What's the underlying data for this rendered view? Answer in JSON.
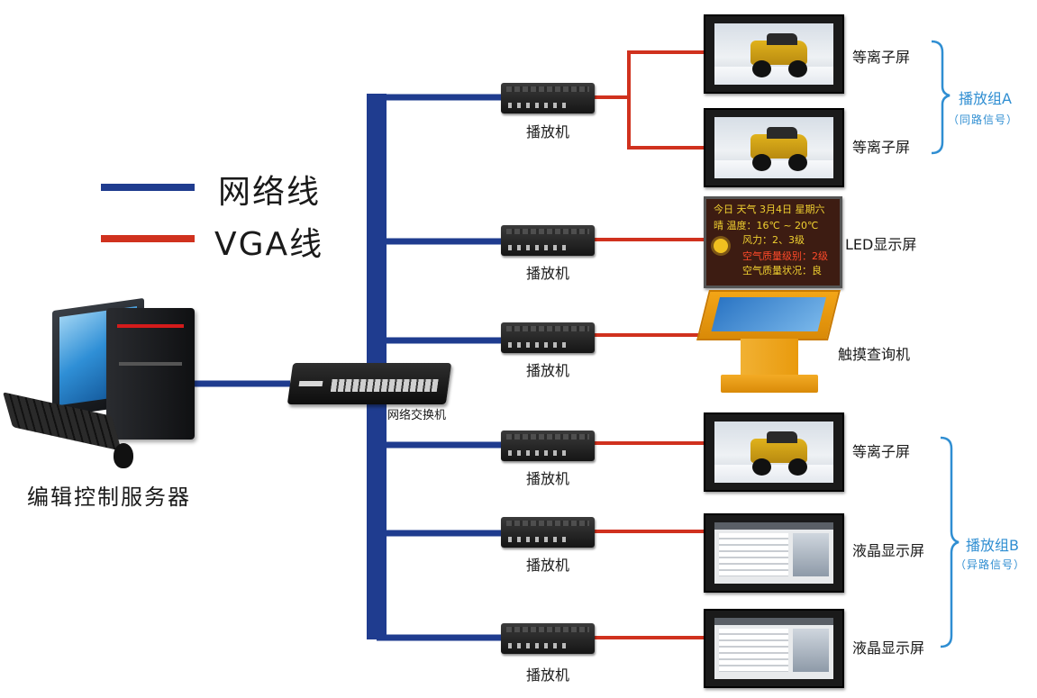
{
  "legend": {
    "network_label": "网络线",
    "vga_label": "VGA线",
    "network_color": "#1f3c8f",
    "vga_color": "#d0311e"
  },
  "server": {
    "label": "编辑控制服务器"
  },
  "switch": {
    "label": "网络交换机"
  },
  "players": [
    {
      "label": "播放机"
    },
    {
      "label": "播放机"
    },
    {
      "label": "播放机"
    },
    {
      "label": "播放机"
    },
    {
      "label": "播放机"
    },
    {
      "label": "播放机"
    }
  ],
  "displays": [
    {
      "label": "等离子屏",
      "kind": "plasma"
    },
    {
      "label": "等离子屏",
      "kind": "plasma"
    },
    {
      "label": "LED显示屏",
      "kind": "led"
    },
    {
      "label": "触摸查询机",
      "kind": "kiosk"
    },
    {
      "label": "等离子屏",
      "kind": "plasma"
    },
    {
      "label": "液晶显示屏",
      "kind": "lcd"
    },
    {
      "label": "液晶显示屏",
      "kind": "lcd"
    }
  ],
  "groups": [
    {
      "title": "播放组A",
      "subtitle": "（同路信号）"
    },
    {
      "title": "播放组B",
      "subtitle": "（异路信号）"
    }
  ],
  "led_sign": {
    "line1": "今日 天气   3月4日  星期六",
    "line2": "晴   温度：16℃ ~ 20℃",
    "line3": "风力：2、3级",
    "line4": "空气质量级别：2级",
    "line5": "空气质量状况：良"
  },
  "group_color": "#2f8ed2"
}
